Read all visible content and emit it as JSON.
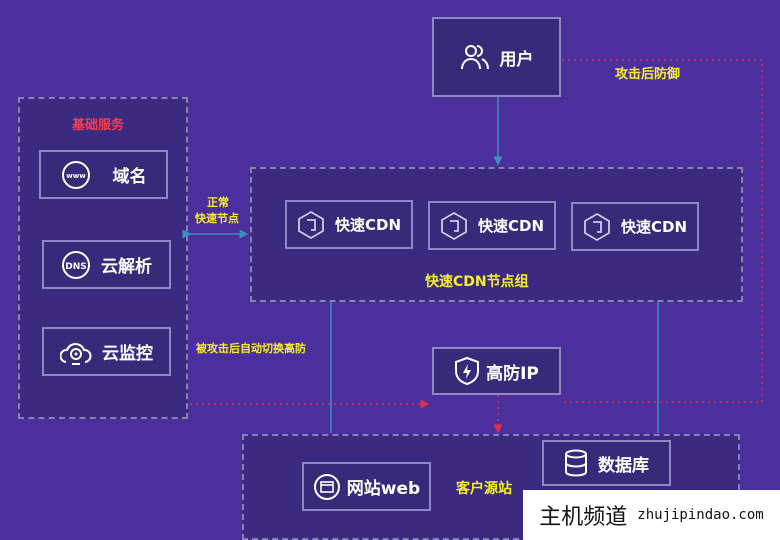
{
  "nodes": {
    "user": "用户",
    "domain": "域名",
    "dns": "云解析",
    "monitor": "云监控",
    "cdn": [
      "快速CDN",
      "快速CDN",
      "快速CDN"
    ],
    "anti_ddos_ip": "高防IP",
    "website": "网站web",
    "database": "数据库"
  },
  "groups": {
    "basic_services": "基础服务",
    "cdn_group": "快速CDN节点组",
    "origin": "客户源站"
  },
  "edge_labels": {
    "defense_after_attack": "攻击后防御",
    "normal_line1": "正常",
    "normal_line2": "快速节点",
    "auto_switch": "被攻击后自动切换高防"
  },
  "watermark": {
    "cn": "主机频道",
    "en": "zhujipindao.com"
  },
  "colors": {
    "background": "#4b2f9c",
    "normal_edge": "#3f8fc0",
    "attack_edge": "#e0304a",
    "label_yellow": "#f7ee2a",
    "label_red": "#ff3a4a"
  }
}
